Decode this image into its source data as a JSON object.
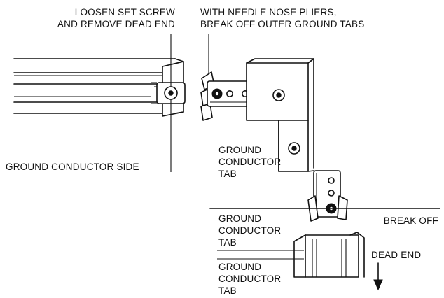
{
  "labels": {
    "loosen_line1": "LOOSEN SET SCREW",
    "loosen_line2": "AND REMOVE DEAD END",
    "pliers_line1": "WITH NEEDLE NOSE PLIERS,",
    "pliers_line2": "BREAK OFF OUTER GROUND TABS",
    "ground_side": "GROUND CONDUCTOR SIDE",
    "tab1_line1": "GROUND",
    "tab1_line2": "CONDUCTOR",
    "tab1_line3": "TAB",
    "tab2_line1": "GROUND",
    "tab2_line2": "CONDUCTOR",
    "tab2_line3": "TAB",
    "tab3_line1": "GROUND",
    "tab3_line2": "CONDUCTOR",
    "tab3_line3": "TAB",
    "break_off": "BREAK OFF",
    "dead_end": "DEAD END"
  },
  "colors": {
    "ink": "#111111",
    "paper": "#ffffff"
  }
}
